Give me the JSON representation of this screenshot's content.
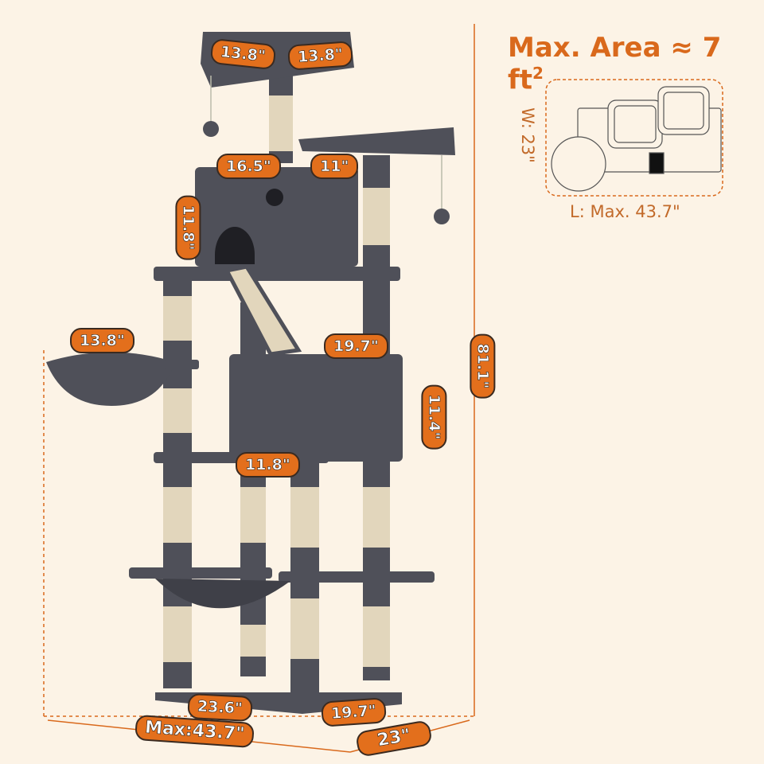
{
  "area": {
    "title": "Max. Area ≈ 7 ft",
    "superscript": "2",
    "width_label": "W: 23\"",
    "length_label": "L: Max. 43.7\""
  },
  "dimensions": {
    "top_perch_a": "13.8\"",
    "top_perch_b": "13.8\"",
    "condo_width": "16.5\"",
    "side_perch": "11\"",
    "condo_height": "11.8\"",
    "basket": "13.8\"",
    "lower_condo_width": "19.7\"",
    "lower_condo_height": "11.4\"",
    "lower_condo_depth": "11.8\"",
    "total_height": "81.1\"",
    "base_length": "23.6\"",
    "base_depth": "19.7\"",
    "max_length": "Max:43.7\"",
    "max_depth": "23\""
  },
  "colors": {
    "accent": "#e36f1c",
    "plush": "#4f5059",
    "sisal": "#e2d6bc",
    "background": "#fcf3e6"
  }
}
